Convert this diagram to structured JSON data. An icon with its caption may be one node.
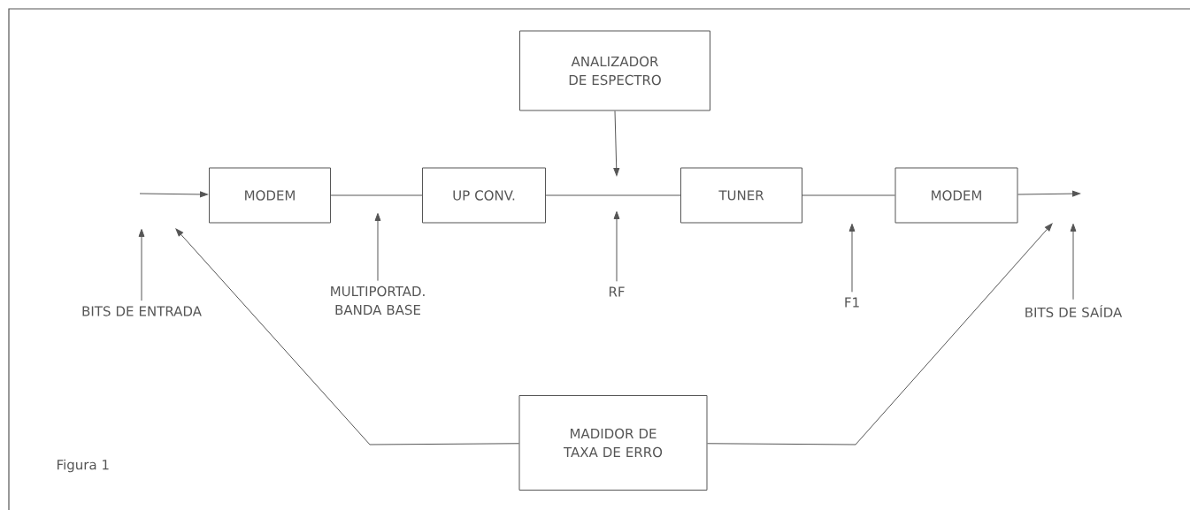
{
  "diagram": {
    "nodes": [
      {
        "text": [
          "ANALIZADOR DE ESPECTRO"
        ]
      },
      {
        "text": [
          "MODEM"
        ]
      },
      {
        "text": [
          "UP CONV."
        ]
      },
      {
        "text": [
          "TUNER"
        ]
      },
      {
        "text": [
          "MODEM"
        ]
      },
      {
        "text": [
          "MADIDOR DE TAXA DE ERRO"
        ]
      },
      {
        "text": [
          "BITS DE ENTRADA"
        ]
      },
      {
        "text": [
          "MULTIPORTAD. BANDA BASE"
        ]
      },
      {
        "text": [
          "RF"
        ]
      },
      {
        "text": [
          "F1"
        ]
      },
      {
        "text": [
          "BITS DE SAÍDA"
        ]
      }
    ],
    "edges": [
      {
        "from": null,
        "to": 1,
        "arrow": "to"
      },
      {
        "from": 1,
        "to": 2,
        "arrow": "none"
      },
      {
        "from": 2,
        "to": 3,
        "arrow": "none"
      },
      {
        "from": 3,
        "to": 4,
        "arrow": "none"
      },
      {
        "from": 4,
        "to": null,
        "arrow": "to"
      },
      {
        "from": 0,
        "to": null,
        "arrow": "to"
      },
      {
        "from": 6,
        "to": null,
        "arrow": "to"
      },
      {
        "from": 7,
        "to": null,
        "arrow": "to"
      },
      {
        "from": 8,
        "to": null,
        "arrow": "to"
      },
      {
        "from": 9,
        "to": null,
        "arrow": "to"
      },
      {
        "from": 10,
        "to": null,
        "arrow": "to"
      },
      {
        "from": 5,
        "to": null,
        "arrow": "to"
      },
      {
        "from": 5,
        "to": null,
        "arrow": "to"
      }
    ],
    "labels": [
      "Figura 1"
    ]
  }
}
